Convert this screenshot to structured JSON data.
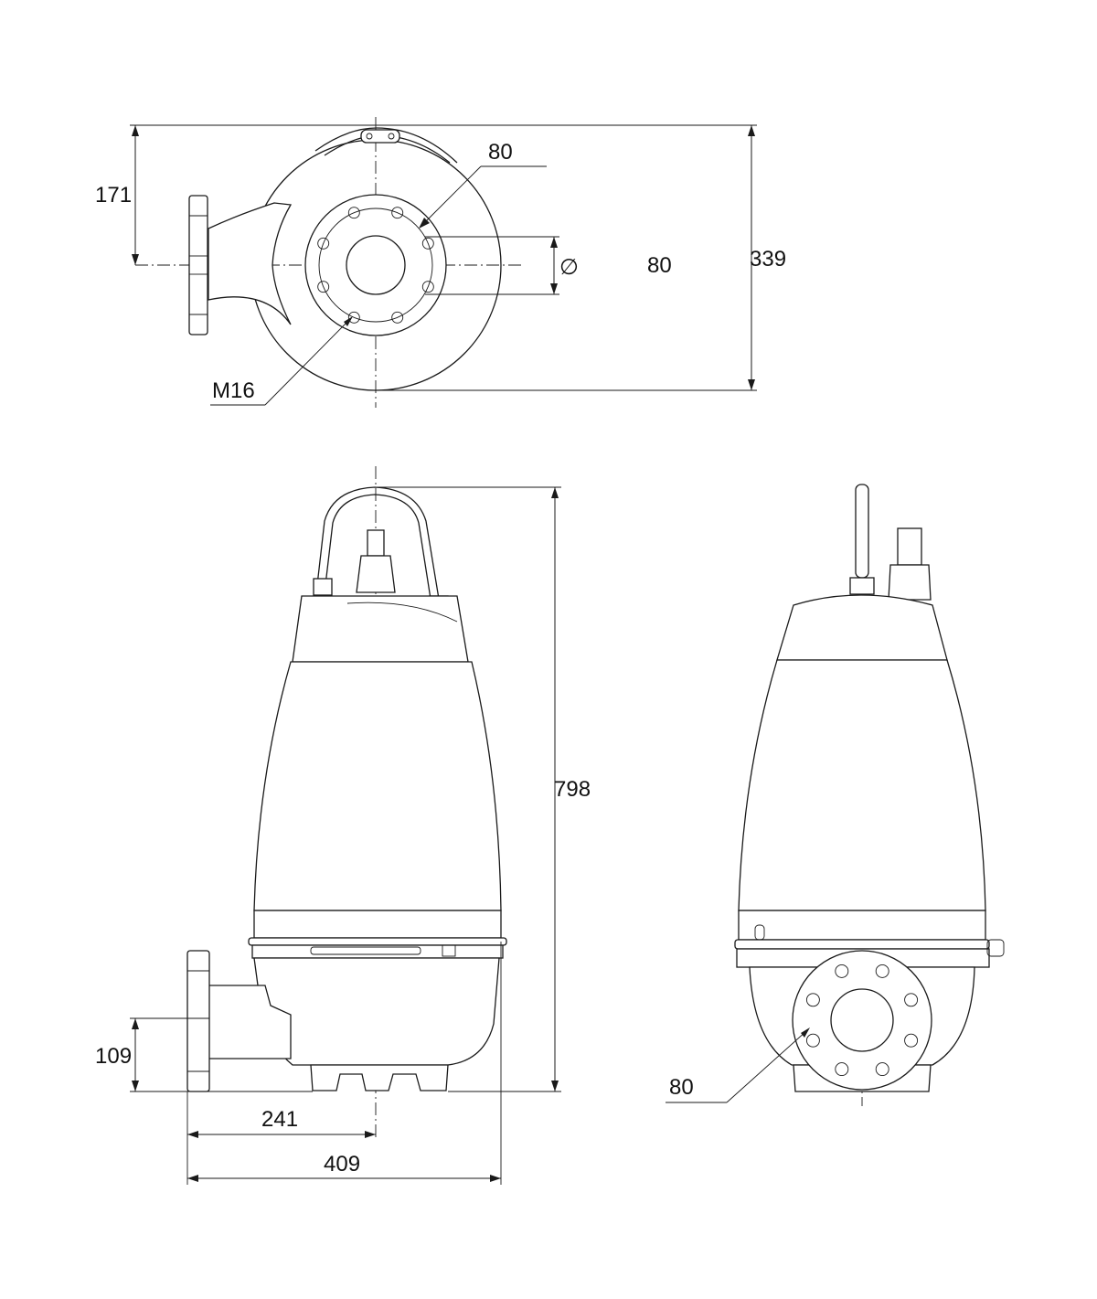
{
  "top_view": {
    "dim_height_upper": "171",
    "dim_height_total": "339",
    "flange_size": "80",
    "bolt_circle_symbol": "∅",
    "bolt_circle_value": "80",
    "bolt_thread": "M16"
  },
  "side_view": {
    "dim_total_height": "798",
    "dim_outlet_height": "109",
    "dim_outlet_to_center": "241",
    "dim_total_width": "409"
  },
  "front_view": {
    "outlet_size": "80"
  }
}
